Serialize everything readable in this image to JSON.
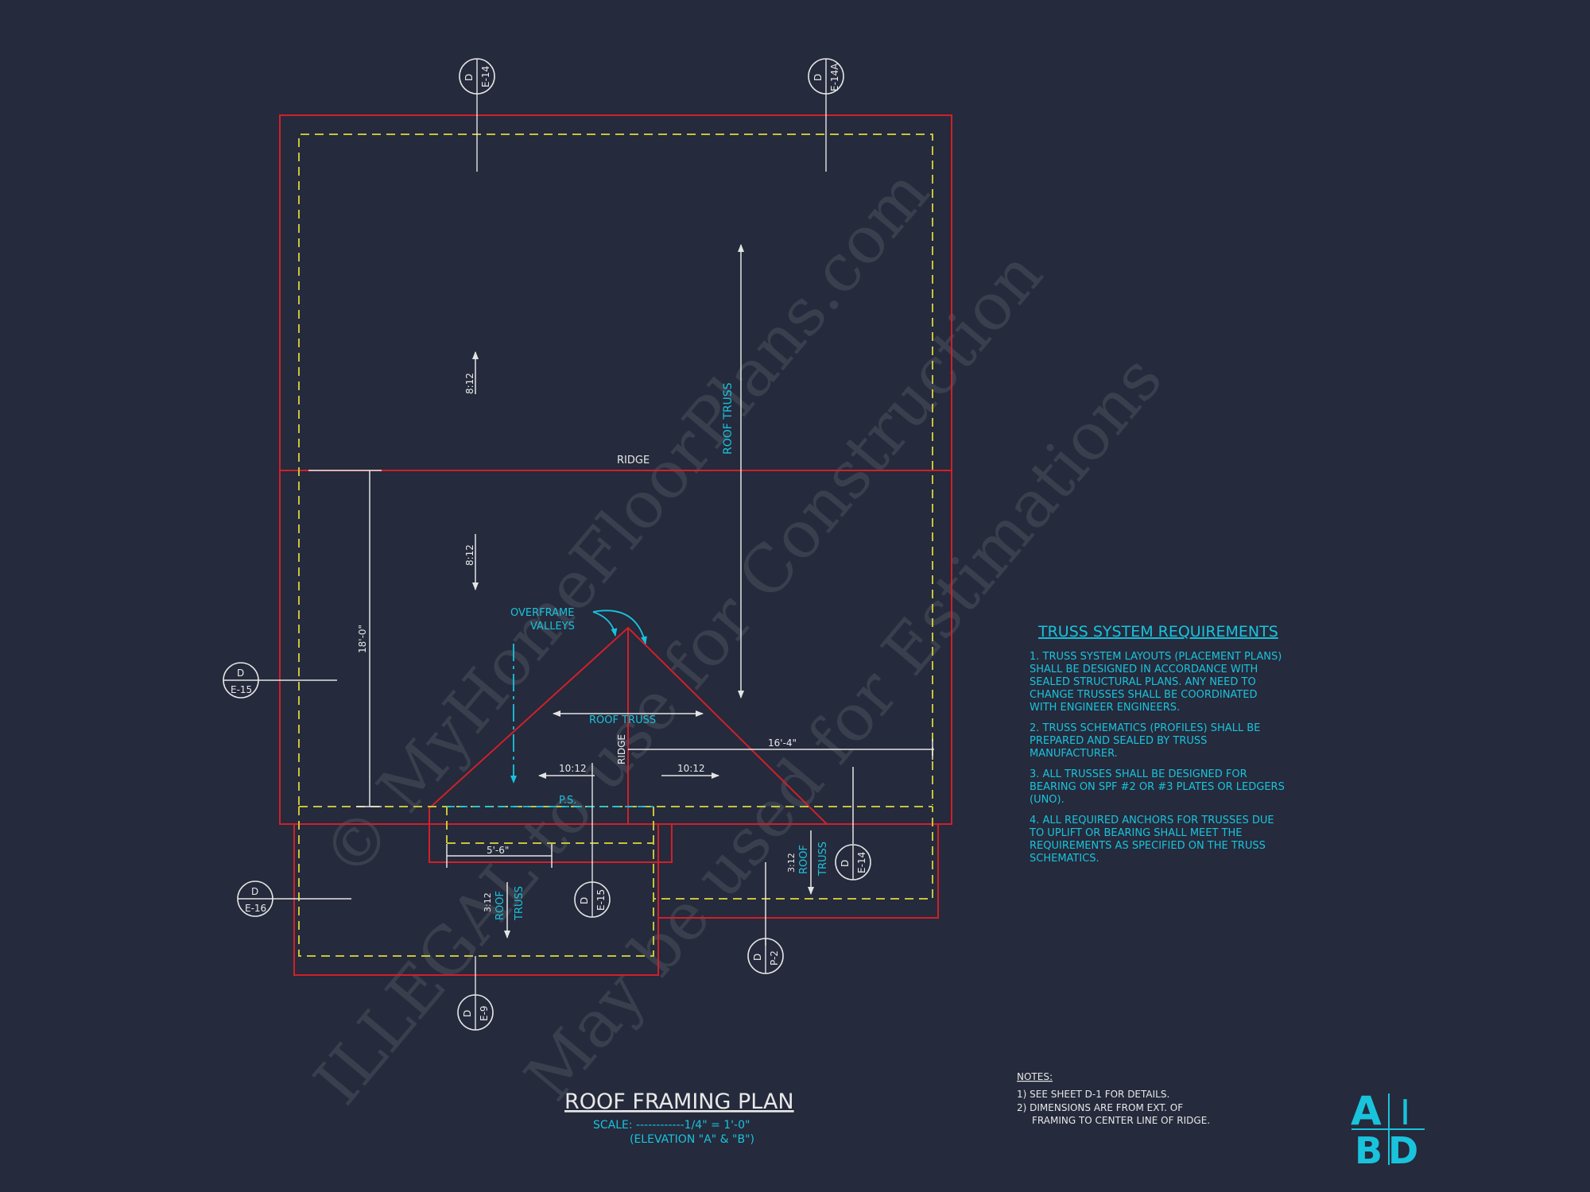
{
  "watermark": {
    "line1": "© MyHomeFloorPlans.com",
    "line2": "ILLEGAL to use for Construction",
    "line3": "May be used for Estimations"
  },
  "plan": {
    "ridge_top": "RIDGE",
    "ridge_center": "RIDGE",
    "pitch_8_12_up": "8:12",
    "pitch_8_12_down": "8:12",
    "roof_truss_vertical": "ROOF TRUSS",
    "roof_truss_horizontal": "ROOF TRUSS",
    "overframe_line1": "OVERFRAME",
    "overframe_line2": "VALLEYS",
    "dim_18_0": "18'-0\"",
    "dim_16_4": "16'-4\"",
    "dim_5_6": "5'-6\"",
    "pitch_10_12_left": "10:12",
    "pitch_10_12_right": "10:12",
    "ps": "P.S.",
    "pitch_3_12_left": "3:12",
    "roof_truss_left_1": "ROOF",
    "roof_truss_left_2": "TRUSS",
    "pitch_3_12_right": "3:12",
    "roof_truss_right_1": "ROOF",
    "roof_truss_right_2": "TRUSS"
  },
  "markers": [
    {
      "top": "D",
      "bottom": "E-14"
    },
    {
      "top": "D",
      "bottom": "E-14A"
    },
    {
      "top": "D",
      "bottom": "E-15"
    },
    {
      "top": "D",
      "bottom": "E-16"
    },
    {
      "top": "D",
      "bottom": "E-15"
    },
    {
      "top": "D",
      "bottom": "E-14"
    },
    {
      "top": "D",
      "bottom": "P-2"
    },
    {
      "top": "D",
      "bottom": "E-9"
    }
  ],
  "requirements": {
    "title": "TRUSS SYSTEM REQUIREMENTS",
    "items": [
      [
        "1. TRUSS SYSTEM LAYOUTS (PLACEMENT PLANS)",
        "SHALL BE DESIGNED IN ACCORDANCE WITH",
        "SEALED STRUCTURAL PLANS. ANY NEED TO",
        "CHANGE TRUSSES SHALL BE COORDINATED",
        "WITH ENGINEER ENGINEERS."
      ],
      [
        "2. TRUSS SCHEMATICS (PROFILES) SHALL BE",
        "PREPARED AND SEALED BY TRUSS",
        "MANUFACTURER."
      ],
      [
        "3. ALL TRUSSES SHALL BE DESIGNED FOR",
        "BEARING ON SPF #2 OR #3 PLATES OR LEDGERS",
        "(UNO)."
      ],
      [
        "4. ALL REQUIRED ANCHORS FOR TRUSSES DUE",
        "TO UPLIFT OR BEARING SHALL MEET THE",
        "REQUIREMENTS AS SPECIFIED ON THE TRUSS",
        "SCHEMATICS."
      ]
    ]
  },
  "title_block": {
    "title": "ROOF FRAMING PLAN",
    "scale": "SCALE: ------------1/4\" = 1'-0\"",
    "elevation": "(ELEVATION \"A\" & \"B\")"
  },
  "notes": {
    "heading": "NOTES:",
    "line1": "1)  SEE SHEET D-1 FOR DETAILS.",
    "line2": "2)  DIMENSIONS ARE FROM EXT. OF",
    "line3": "FRAMING TO CENTER LINE OF RIDGE."
  },
  "logo": {
    "a": "A",
    "b": "B",
    "d": "D",
    "i": "I"
  },
  "colors": {
    "background": "#252a3c",
    "wall": "#d0202a",
    "overhang": "#c8c43a",
    "annotation": "#19c3dc",
    "dimension": "#e4e4e4"
  }
}
